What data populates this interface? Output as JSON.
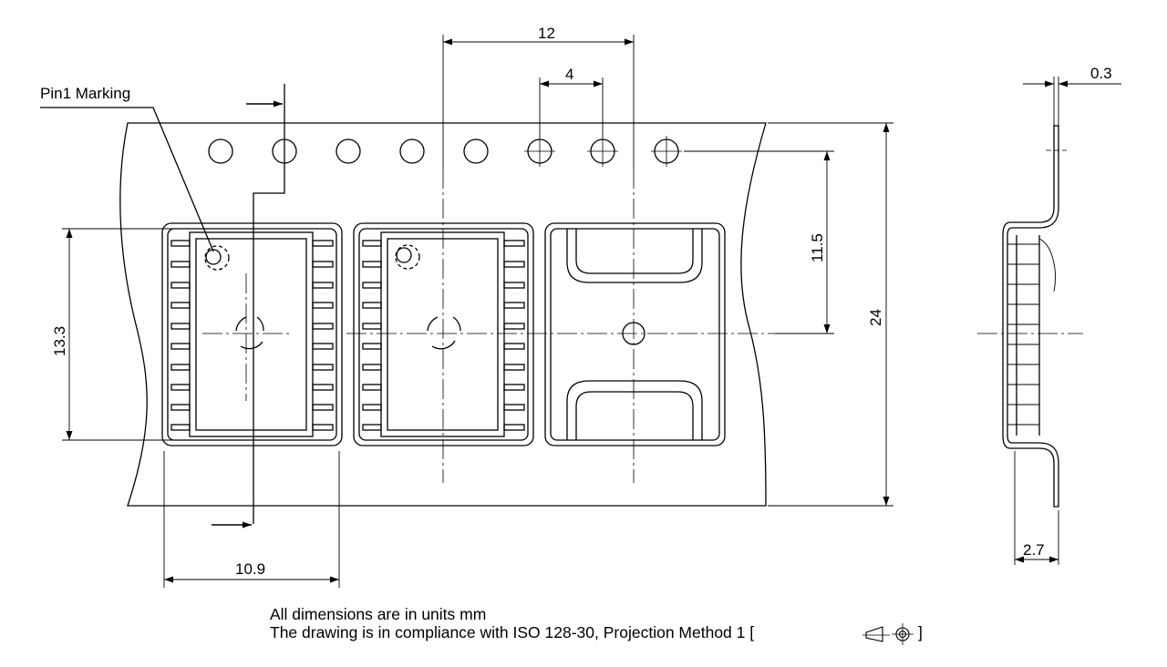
{
  "labels": {
    "pin1_marking": "Pin1 Marking",
    "dim_pitch": "12",
    "dim_hole_pitch": "4",
    "dim_thickness": "0.3",
    "dim_hole_to_center": "11.5",
    "dim_tape_width": "24",
    "dim_pocket_length": "13.3",
    "dim_pocket_width": "10.9",
    "dim_depth": "2.7"
  },
  "notes": {
    "line1": "All dimensions are in units mm",
    "line2_prefix": "The drawing is in compliance with ISO 128-30, Projection Method 1 [",
    "line2_suffix": "]"
  },
  "colors": {
    "line": "#000000",
    "background": "#ffffff"
  }
}
